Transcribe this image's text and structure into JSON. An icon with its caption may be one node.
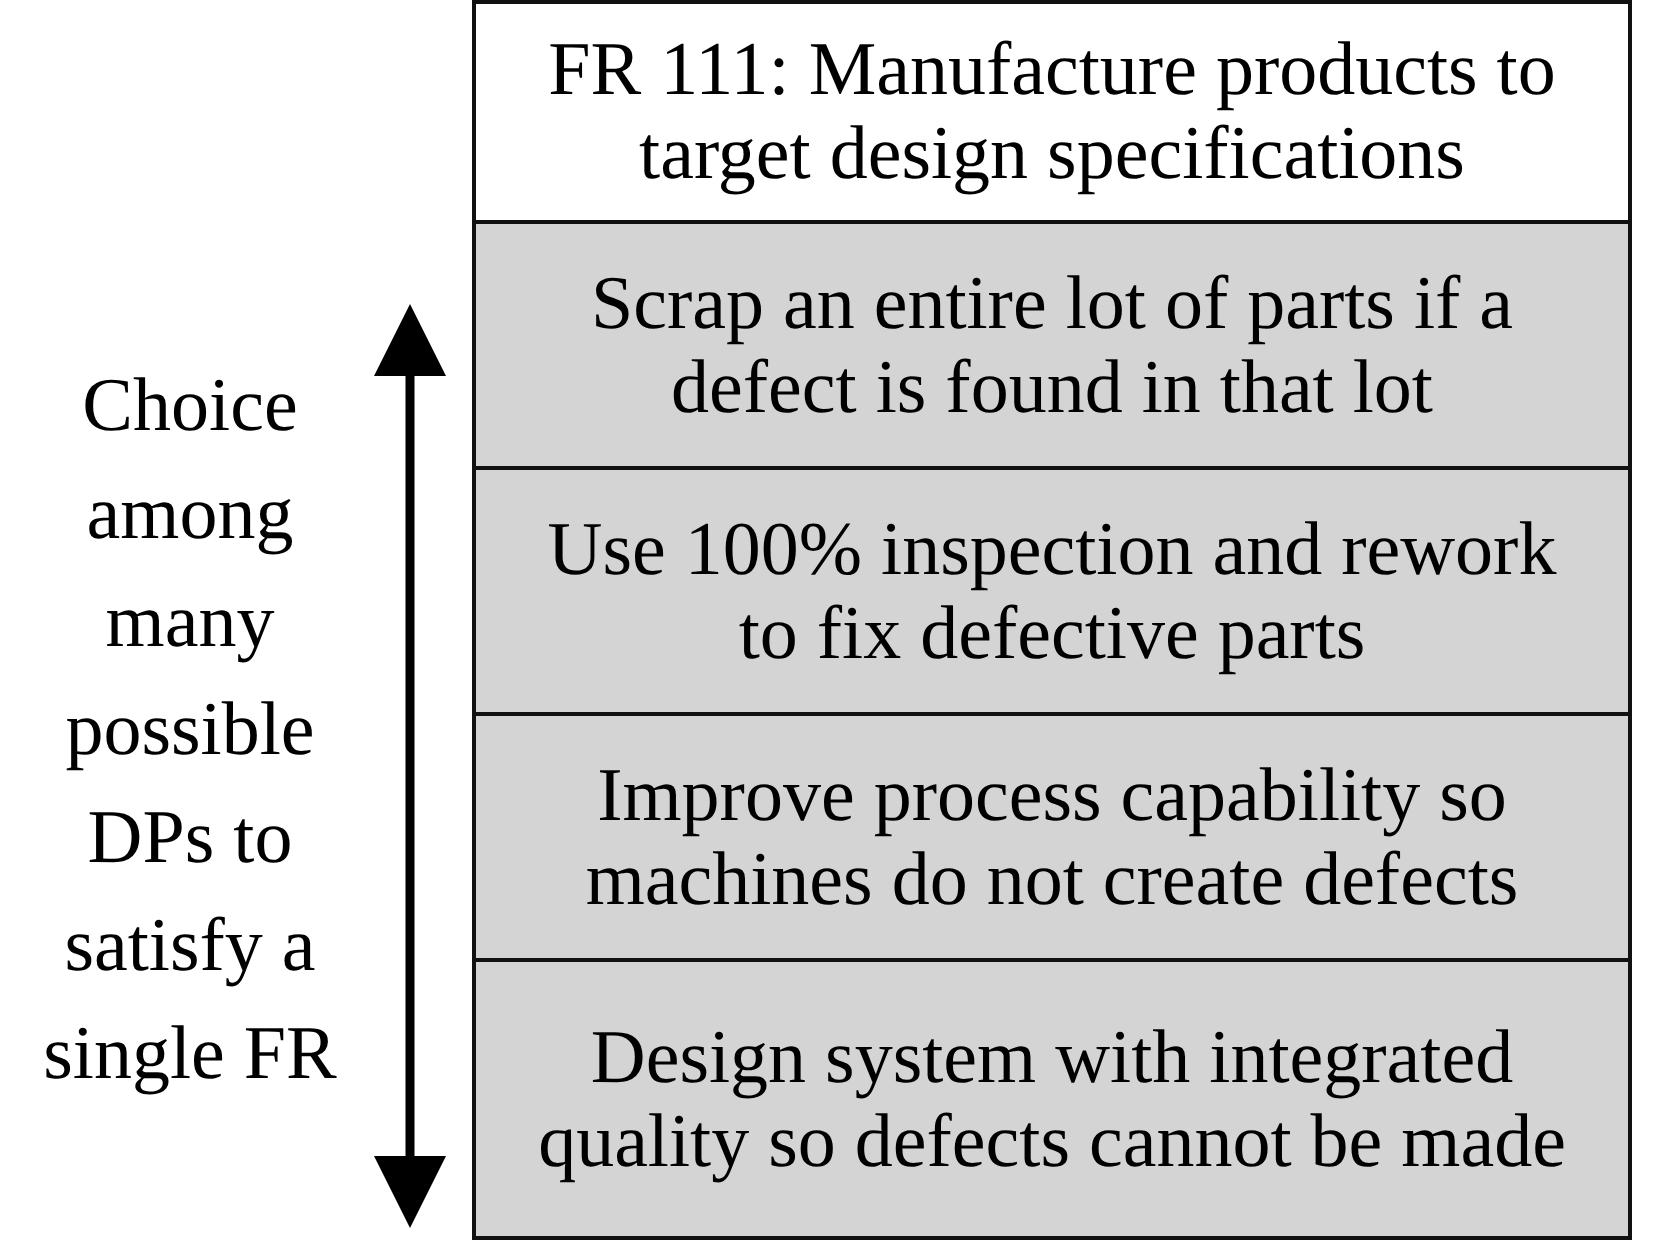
{
  "diagram": {
    "nodes": [
      {
        "text": [
          "FR 111: Manufacture products to target design specifications"
        ]
      },
      {
        "text": [
          "Scrap an entire lot of parts if a defect is found in that lot"
        ]
      },
      {
        "text": [
          "Use 100% inspection and rework to fix defective parts"
        ]
      },
      {
        "text": [
          "Improve process capability so machines do not create defects"
        ]
      },
      {
        "text": [
          "Design system with integrated quality so defects cannot be made"
        ]
      }
    ],
    "labels": [
      "Choice among many possible DPs to satisfy a single FR"
    ]
  }
}
